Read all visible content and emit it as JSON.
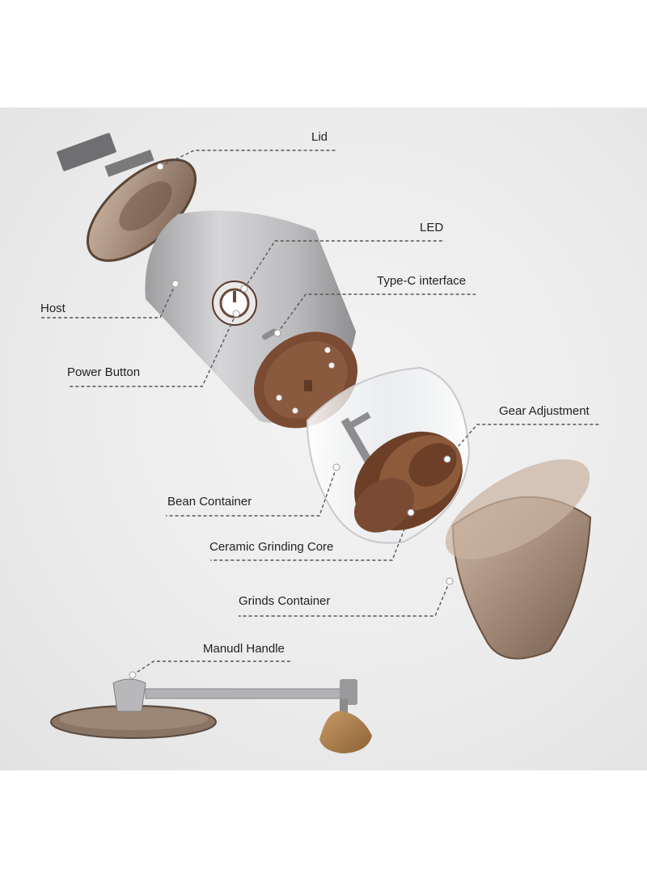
{
  "labels": {
    "lid": "Lid",
    "led": "LED",
    "type_c": "Type-C interface",
    "host": "Host",
    "power_button": "Power Button",
    "gear_adjustment": "Gear Adjustment",
    "bean_container": "Bean Container",
    "ceramic_core": "Ceramic Grinding Core",
    "grinds_container": "Grinds Container",
    "manual_handle": "Manudl Handle"
  },
  "colors": {
    "background": "#ececec",
    "silver": "#b9b9bb",
    "brown": "#7a4a33",
    "smoke": "#8c6f5c",
    "wood": "#a87a4c",
    "leader": "#555555"
  }
}
